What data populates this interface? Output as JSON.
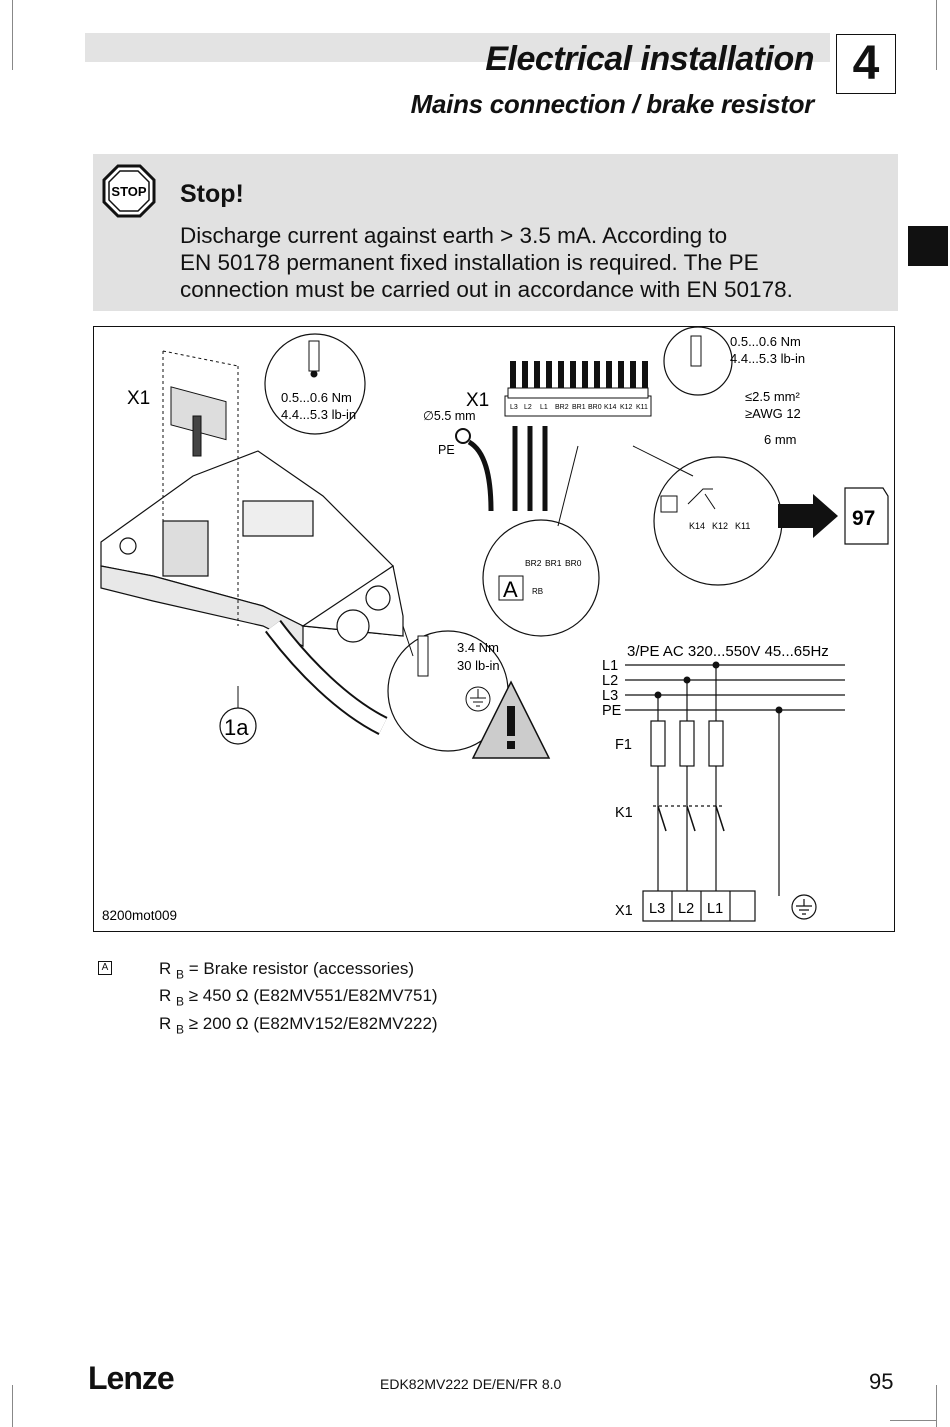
{
  "header": {
    "title": "Electrical installation",
    "subtitle": "Mains connection / brake resistor",
    "chapter": "4"
  },
  "stop": {
    "icon_text": "STOP",
    "heading": "Stop!",
    "lines": [
      "Discharge current against earth > 3.5 mA. According to",
      "EN 50178 permanent fixed installation is required. The PE",
      "connection must be carried out in accordance with EN 50178."
    ]
  },
  "figure": {
    "x1_left": "X1",
    "x1_top": "X1",
    "torque_left": [
      "0.5...0.6 Nm",
      "4.4...5.3 lb-in"
    ],
    "torque_right": [
      "0.5...0.6 Nm",
      "4.4...5.3 lb-in"
    ],
    "torque_pe": [
      "3.4 Nm",
      "30 lb-in"
    ],
    "diameter": "∅5.5 mm",
    "pe": "PE",
    "terminals": [
      "L3",
      "L2",
      "L1",
      "BR2",
      "BR1",
      "BR0",
      "K14",
      "K12",
      "K11"
    ],
    "wire_max": "≤2.5 mm²",
    "wire_awg": "≥AWG 12",
    "strip": "6 mm",
    "brake_terminals": [
      "BR2",
      "BR1",
      "BR0"
    ],
    "brake_marker": "A",
    "rb": "RB",
    "relay_terminals": [
      "K14",
      "K12",
      "K11"
    ],
    "page_ref": "97",
    "supply": "3/PE AC 320...550V 45...65Hz",
    "lines": [
      "L1",
      "L2",
      "L3",
      "PE"
    ],
    "f1": "F1",
    "k1": "K1",
    "x1_bottom": "X1",
    "bottom_terminals": [
      "L3",
      "L2",
      "L1"
    ],
    "callout": "1a",
    "code": "8200mot009"
  },
  "legend": {
    "marker": "A",
    "rows": [
      {
        "sym": "R",
        "sub": "B",
        "text": " = Brake resistor (accessories)"
      },
      {
        "sym": "R",
        "sub": "B",
        "text": " ≥ 450 Ω (E82MV551/E82MV751)"
      },
      {
        "sym": "R",
        "sub": "B",
        "text": " ≥ 200 Ω (E82MV152/E82MV222)"
      }
    ]
  },
  "footer": {
    "logo": "Lenze",
    "doc": "EDK82MV222 DE/EN/FR 8.0",
    "page": "95"
  }
}
